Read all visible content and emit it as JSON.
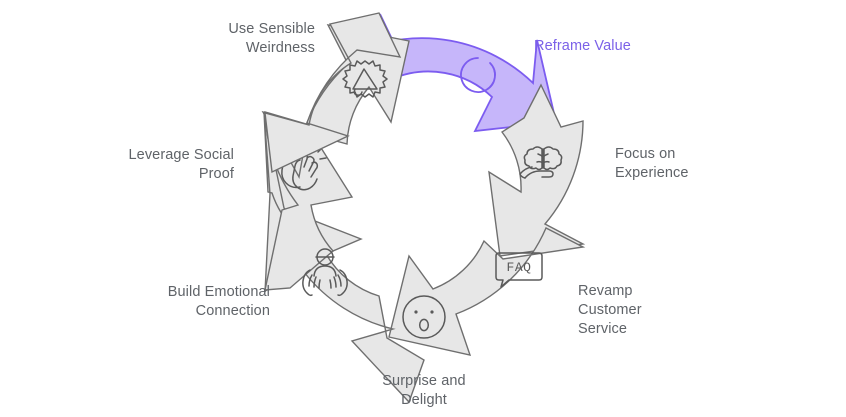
{
  "diagram": {
    "type": "cyclical-process",
    "title": "",
    "colors": {
      "segment_fill": "#e7e7e7",
      "segment_stroke": "#6f6f6f",
      "highlight_fill": "#c6b6fa",
      "highlight_stroke": "#7c5cf0",
      "label_text": "#5f6368",
      "highlight_text": "#7b61e8",
      "background": "#ffffff"
    },
    "segment_count": 7,
    "flow_direction": "clockwise",
    "nodes": [
      {
        "id": "reframe-value",
        "label": "Reframe Value",
        "icon": "dashed-circle-icon",
        "highlighted": true,
        "label_position": "right",
        "angle_deg": -55
      },
      {
        "id": "focus-on-experience",
        "label": "Focus on\nExperience",
        "icon": "brain-on-hand-icon",
        "highlighted": false,
        "label_position": "right",
        "angle_deg": -6
      },
      {
        "id": "revamp-customer-service",
        "label": "Revamp\nCustomer\nService",
        "icon": "faq-speech-bubble-icon",
        "highlighted": false,
        "label_position": "right",
        "angle_deg": 44
      },
      {
        "id": "surprise-and-delight",
        "label": "Surprise and\nDelight",
        "icon": "surprised-face-icon",
        "highlighted": false,
        "label_position": "bottom",
        "angle_deg": 95
      },
      {
        "id": "build-emotional-connection",
        "label": "Build Emotional\nConnection",
        "icon": "hands-cradling-person-icon",
        "highlighted": false,
        "label_position": "left",
        "angle_deg": 146
      },
      {
        "id": "leverage-social-proof",
        "label": "Leverage Social\nProof",
        "icon": "clapping-hands-icon",
        "highlighted": false,
        "label_position": "left",
        "angle_deg": 197
      },
      {
        "id": "use-sensible-weirdness",
        "label": "Use Sensible\nWeirdness",
        "icon": "starburst-megaphone-icon",
        "highlighted": false,
        "label_position": "left",
        "angle_deg": 246
      }
    ]
  }
}
